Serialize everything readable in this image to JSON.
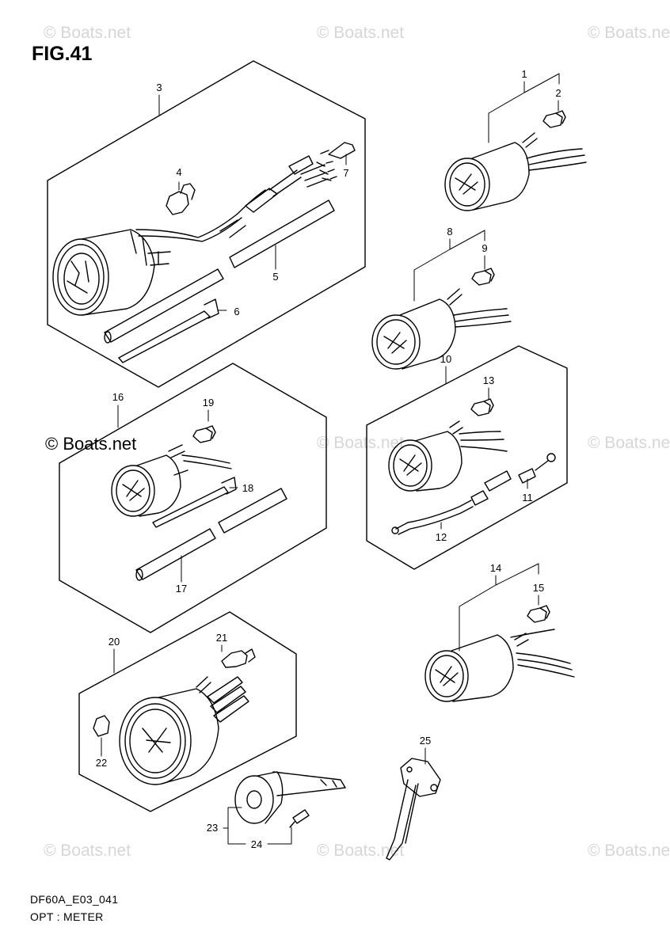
{
  "figure": {
    "title": "FIG.41",
    "model_code": "DF60A_E03_041",
    "section": "OPT : METER"
  },
  "watermark": {
    "text": "© Boats.net",
    "light_color": "#d6d6d6",
    "dark_color": "#000000"
  },
  "callouts": [
    "1",
    "2",
    "3",
    "4",
    "5",
    "6",
    "7",
    "8",
    "9",
    "10",
    "11",
    "12",
    "13",
    "14",
    "15",
    "16",
    "17",
    "18",
    "19",
    "20",
    "21",
    "22",
    "23",
    "24",
    "25"
  ],
  "colors": {
    "line": "#000000",
    "background": "#ffffff"
  }
}
